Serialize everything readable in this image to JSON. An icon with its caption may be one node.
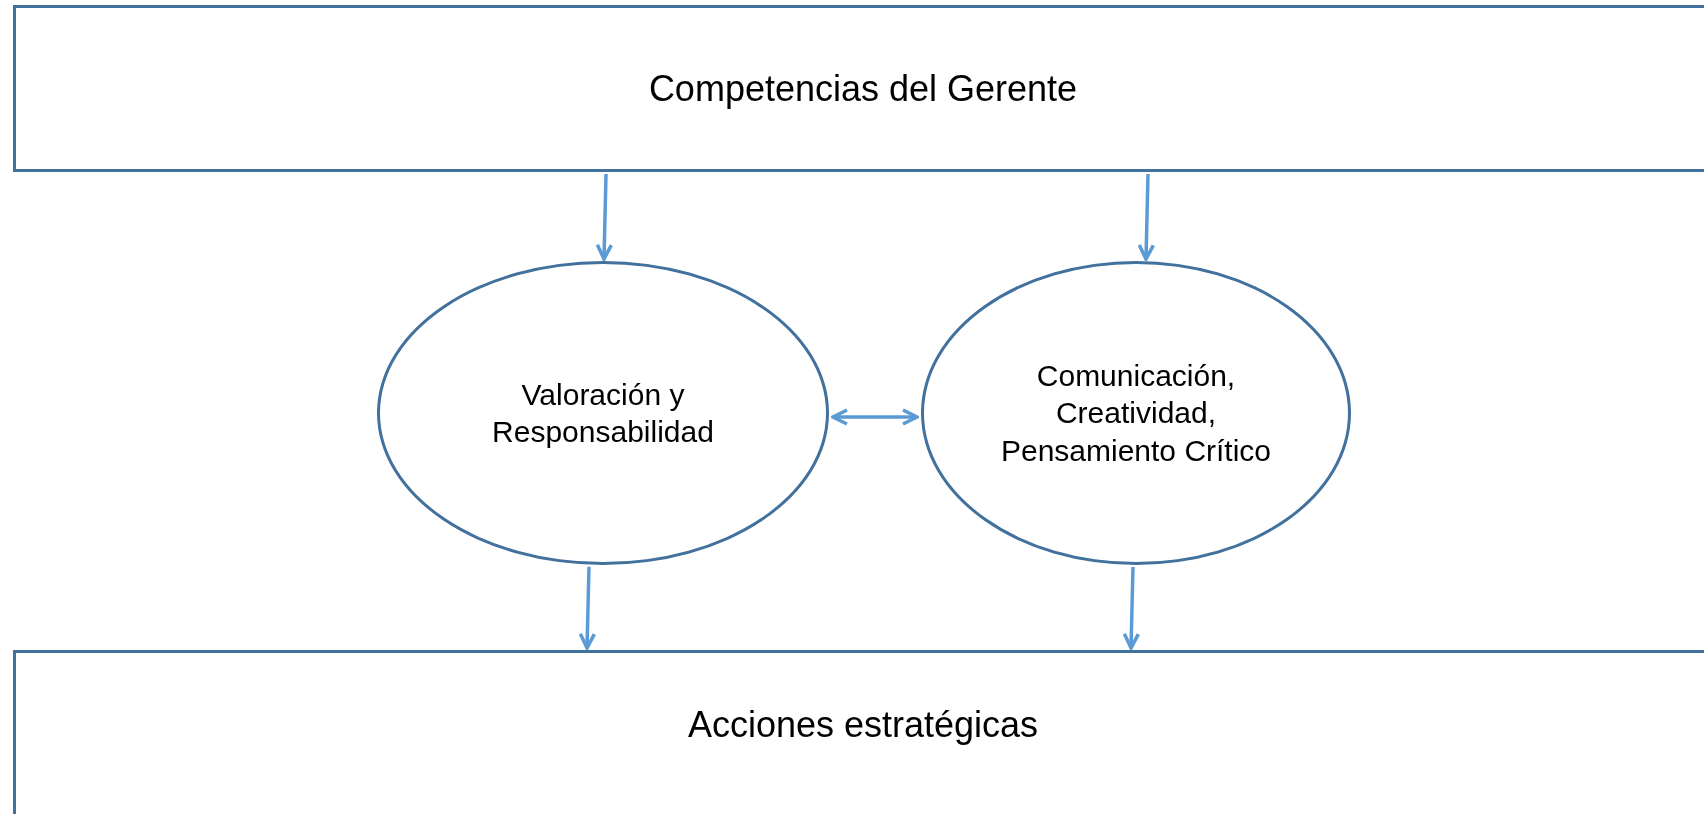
{
  "diagram": {
    "nodes": [
      {
        "text": [
          "Competencias del Gerente"
        ]
      },
      {
        "text": [
          "Valoración y Responsabilidad"
        ]
      },
      {
        "text": [
          "Comunicación, Creatividad, Pensamiento Crítico"
        ]
      },
      {
        "text": [
          "Acciones estratégicas"
        ]
      }
    ],
    "edges": [
      {
        "from": 0,
        "to": 1,
        "arrow": "to"
      },
      {
        "from": 0,
        "to": 2,
        "arrow": "to"
      },
      {
        "from": 1,
        "to": 2,
        "arrow": "both"
      },
      {
        "from": 1,
        "to": 3,
        "arrow": "to"
      },
      {
        "from": 2,
        "to": 3,
        "arrow": "to"
      }
    ]
  }
}
